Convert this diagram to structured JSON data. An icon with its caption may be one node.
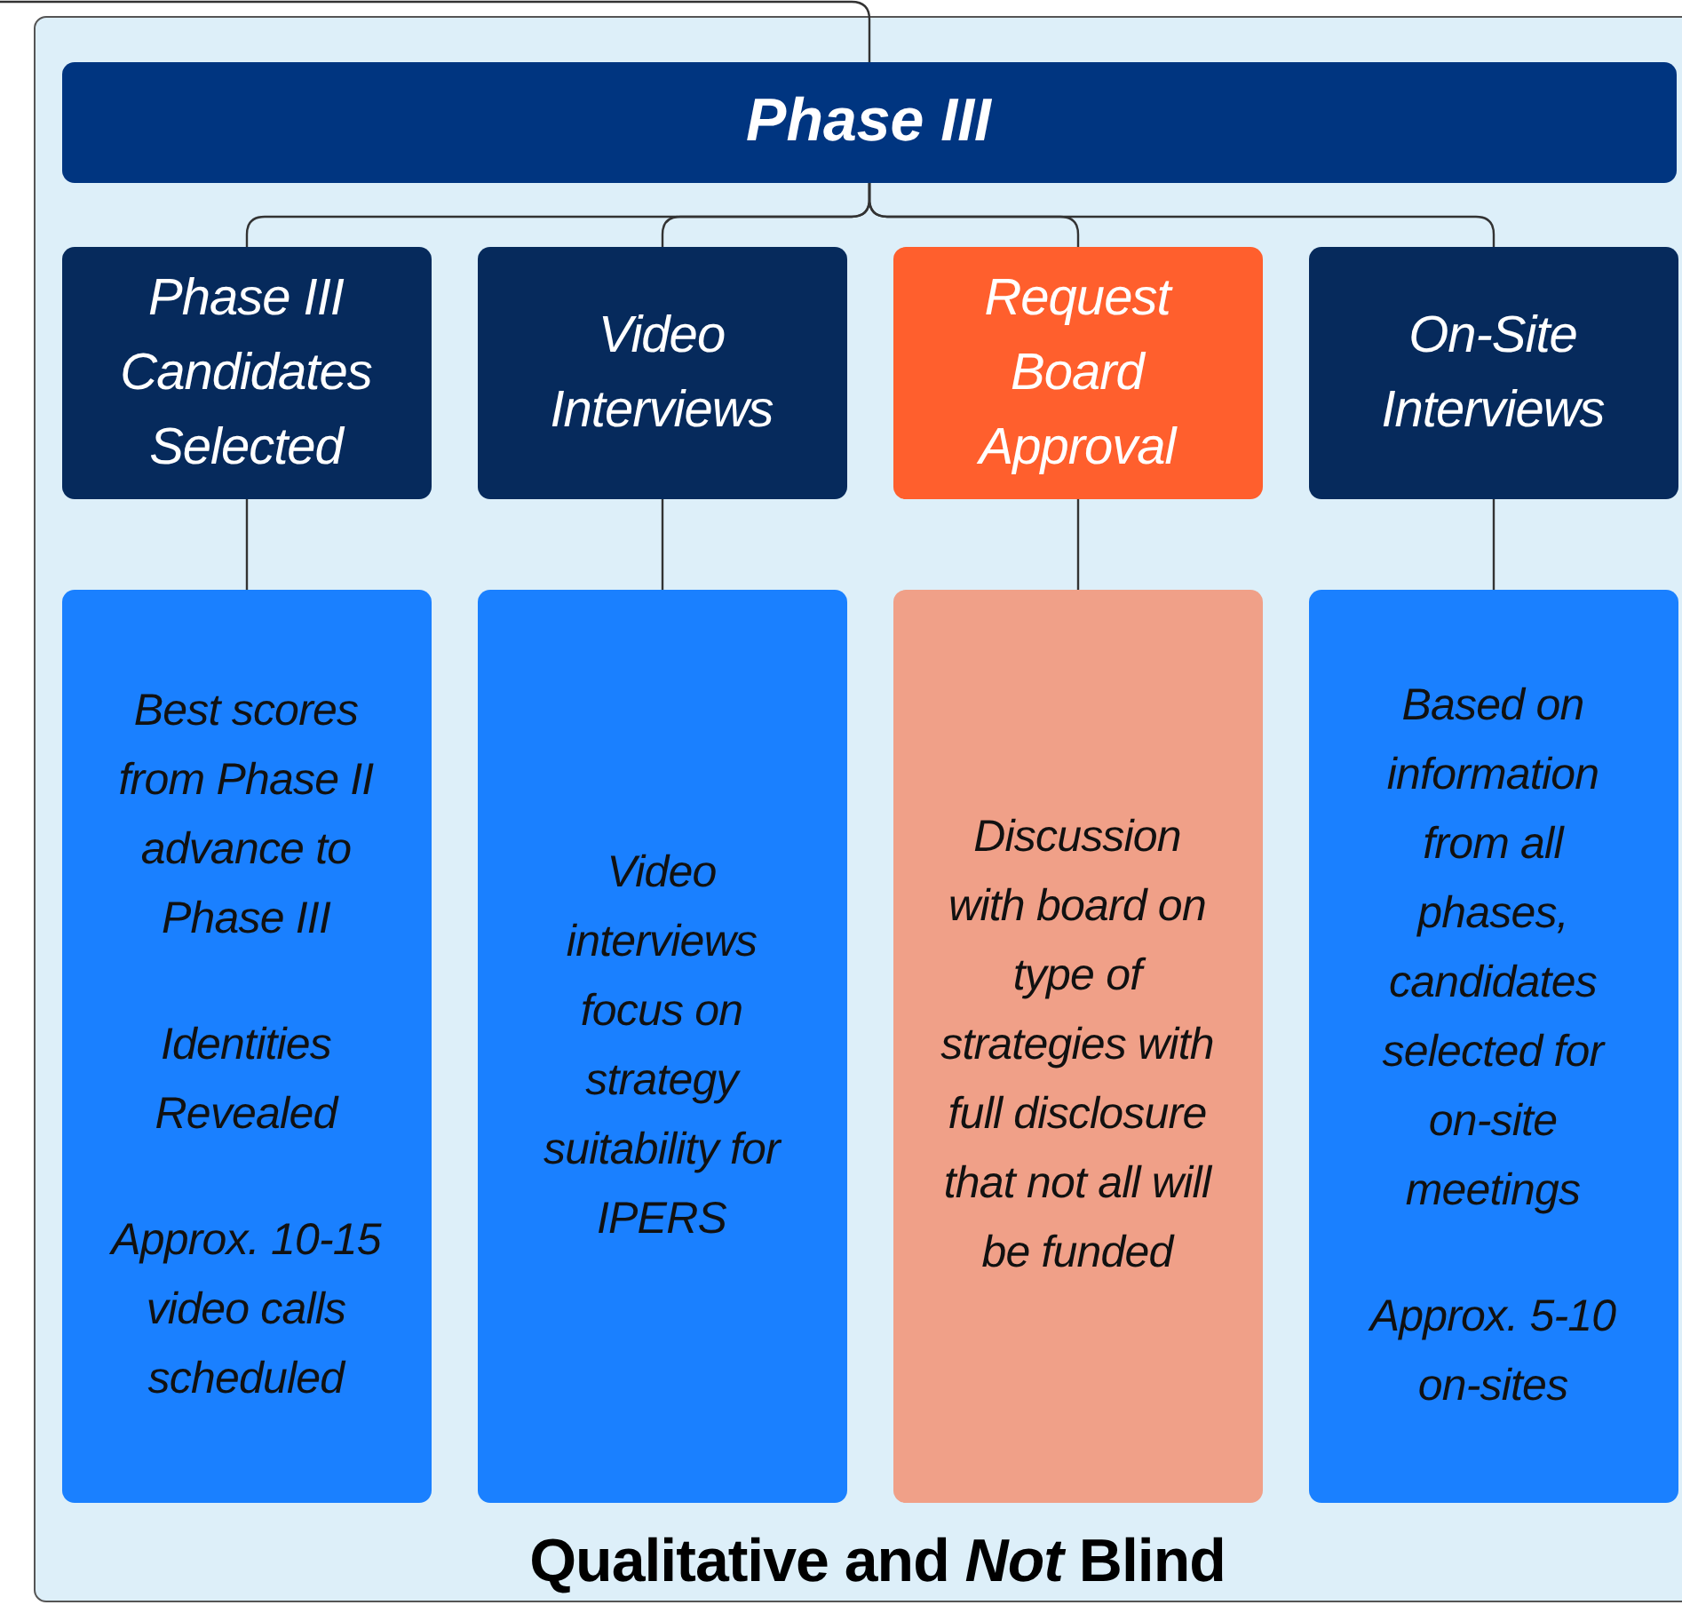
{
  "diagram": {
    "nodes": [
      {
        "text": [
          "Qualitative and *Not* Blind"
        ]
      },
      {
        "text": [
          "Phase III"
        ],
        "in": 0
      },
      {
        "text": [
          "Phase III Candidates Selected"
        ],
        "in": 0
      },
      {
        "text": [
          "Video Interviews"
        ],
        "in": 0
      },
      {
        "text": [
          "Request Board Approval"
        ],
        "in": 0
      },
      {
        "text": [
          "On-Site Interviews"
        ],
        "in": 0
      },
      {
        "text": [
          "Best scores from Phase II advance to Phase III",
          "Identities Revealed",
          "Approx. 10-15 video calls scheduled"
        ],
        "in": 0
      },
      {
        "text": [
          "Video interviews focus on strategy suitability for IPERS"
        ],
        "in": 0
      },
      {
        "text": [
          "Discussion with board on type of strategies with full disclosure that not all will be funded"
        ],
        "in": 0
      },
      {
        "text": [
          "Based on information from all phases, candidates selected for on-site meetings",
          "Approx. 5-10 on-sites"
        ],
        "in": 0
      }
    ],
    "edges": [
      {
        "from": null,
        "to": 1,
        "arrow": "none"
      },
      {
        "from": 1,
        "to": 2,
        "arrow": "none"
      },
      {
        "from": 1,
        "to": 3,
        "arrow": "none"
      },
      {
        "from": 1,
        "to": 4,
        "arrow": "none"
      },
      {
        "from": 1,
        "to": 5,
        "arrow": "none"
      },
      {
        "from": 2,
        "to": 6,
        "arrow": "none"
      },
      {
        "from": 3,
        "to": 7,
        "arrow": "none"
      },
      {
        "from": 4,
        "to": 8,
        "arrow": "none"
      },
      {
        "from": 5,
        "to": 9,
        "arrow": "none"
      }
    ]
  }
}
